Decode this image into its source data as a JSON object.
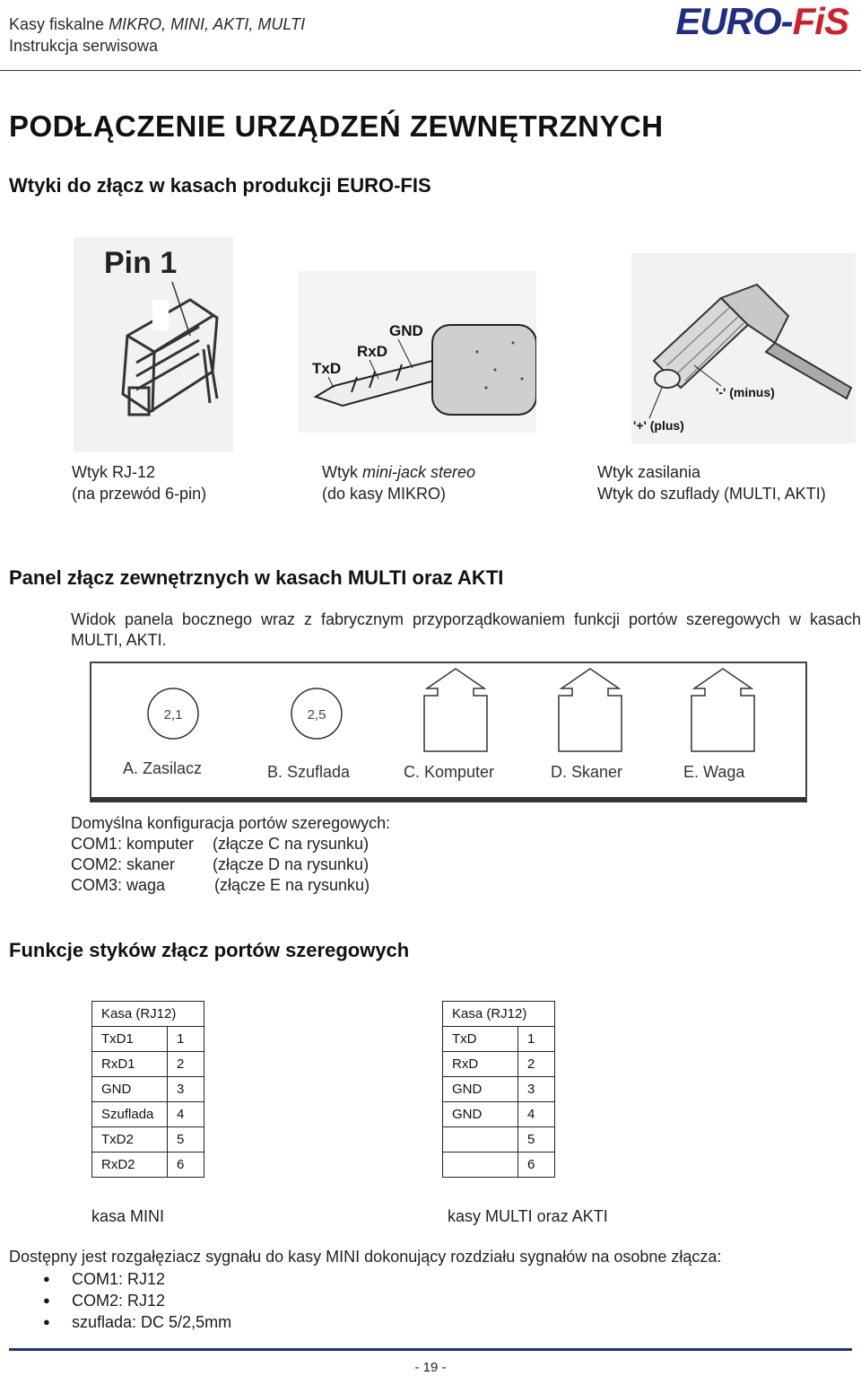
{
  "header": {
    "line1_prefix": "Kasy fiskalne ",
    "line1_models": "MIKRO, MINI, AKTI, MULTI",
    "line2": "Instrukcja serwisowa",
    "logo_left": "EURO-",
    "logo_right": "FiS",
    "brand_colors": {
      "blue": "#1f2f86",
      "red": "#d11f2c"
    }
  },
  "title": "PODŁĄCZENIE  URZĄDZEŃ  ZEWNĘTRZNYCH",
  "section1": {
    "heading": "Wtyki do złącz w kasach produkcji EURO-FIS",
    "images": {
      "rj12_label": "Pin 1",
      "jack_labels": [
        "GND",
        "RxD",
        "TxD"
      ],
      "power_labels": [
        "'-' (minus)",
        "'+' (plus)"
      ]
    },
    "captions": [
      {
        "line1": "Wtyk RJ-12",
        "line2": "(na przewód 6-pin)"
      },
      {
        "line1_prefix": "Wtyk ",
        "line1_italic": "mini-jack stereo",
        "line2": "(do kasy MIKRO)"
      },
      {
        "line1": "Wtyk zasilania",
        "line2": "Wtyk do szuflady (MULTI, AKTI)"
      }
    ]
  },
  "section2": {
    "heading": "Panel złącz zewnętrznych w kasach MULTI oraz AKTI",
    "description": "Widok panela bocznego wraz z fabrycznym przyporządkowaniem funkcji portów szeregowych w kasach MULTI, AKTI.",
    "panel": {
      "round_connectors": [
        "2,1",
        "2,5"
      ],
      "labels": [
        "A. Zasilacz",
        "B. Szuflada",
        "C. Komputer",
        "D. Skaner",
        "E. Waga"
      ]
    },
    "default_config": {
      "heading": "Domyślna konfiguracja portów szeregowych:",
      "rows": [
        {
          "port": "COM1: komputer",
          "desc": "(złącze C na rysunku)"
        },
        {
          "port": "COM2: skaner",
          "desc": "(złącze D na rysunku)"
        },
        {
          "port": "COM3: waga",
          "desc": "(złącze E na rysunku)"
        }
      ]
    }
  },
  "section3": {
    "heading": "Funkcje styków złącz portów szeregowych",
    "table_mini": {
      "header": "Kasa (RJ12)",
      "rows": [
        {
          "signal": "TxD1",
          "pin": "1"
        },
        {
          "signal": "RxD1",
          "pin": "2"
        },
        {
          "signal": "GND",
          "pin": "3"
        },
        {
          "signal": "Szuflada",
          "pin": "4"
        },
        {
          "signal": "TxD2",
          "pin": "5"
        },
        {
          "signal": "RxD2",
          "pin": "6"
        }
      ],
      "caption": "kasa MINI"
    },
    "table_multi": {
      "header": "Kasa (RJ12)",
      "rows": [
        {
          "signal": "TxD",
          "pin": "1"
        },
        {
          "signal": "RxD",
          "pin": "2"
        },
        {
          "signal": "GND",
          "pin": "3"
        },
        {
          "signal": "GND",
          "pin": "4"
        },
        {
          "signal": "",
          "pin": "5"
        },
        {
          "signal": "",
          "pin": "6"
        }
      ],
      "caption": "kasy MULTI oraz AKTI"
    }
  },
  "splitter": {
    "text": "Dostępny jest rozgałęziacz sygnału do kasy MINI dokonujący rozdziału sygnałów na osobne złącza:",
    "items": [
      "COM1: RJ12",
      "COM2: RJ12",
      "szuflada: DC 5/2,5mm"
    ]
  },
  "footer": {
    "page": "- 19 -"
  }
}
